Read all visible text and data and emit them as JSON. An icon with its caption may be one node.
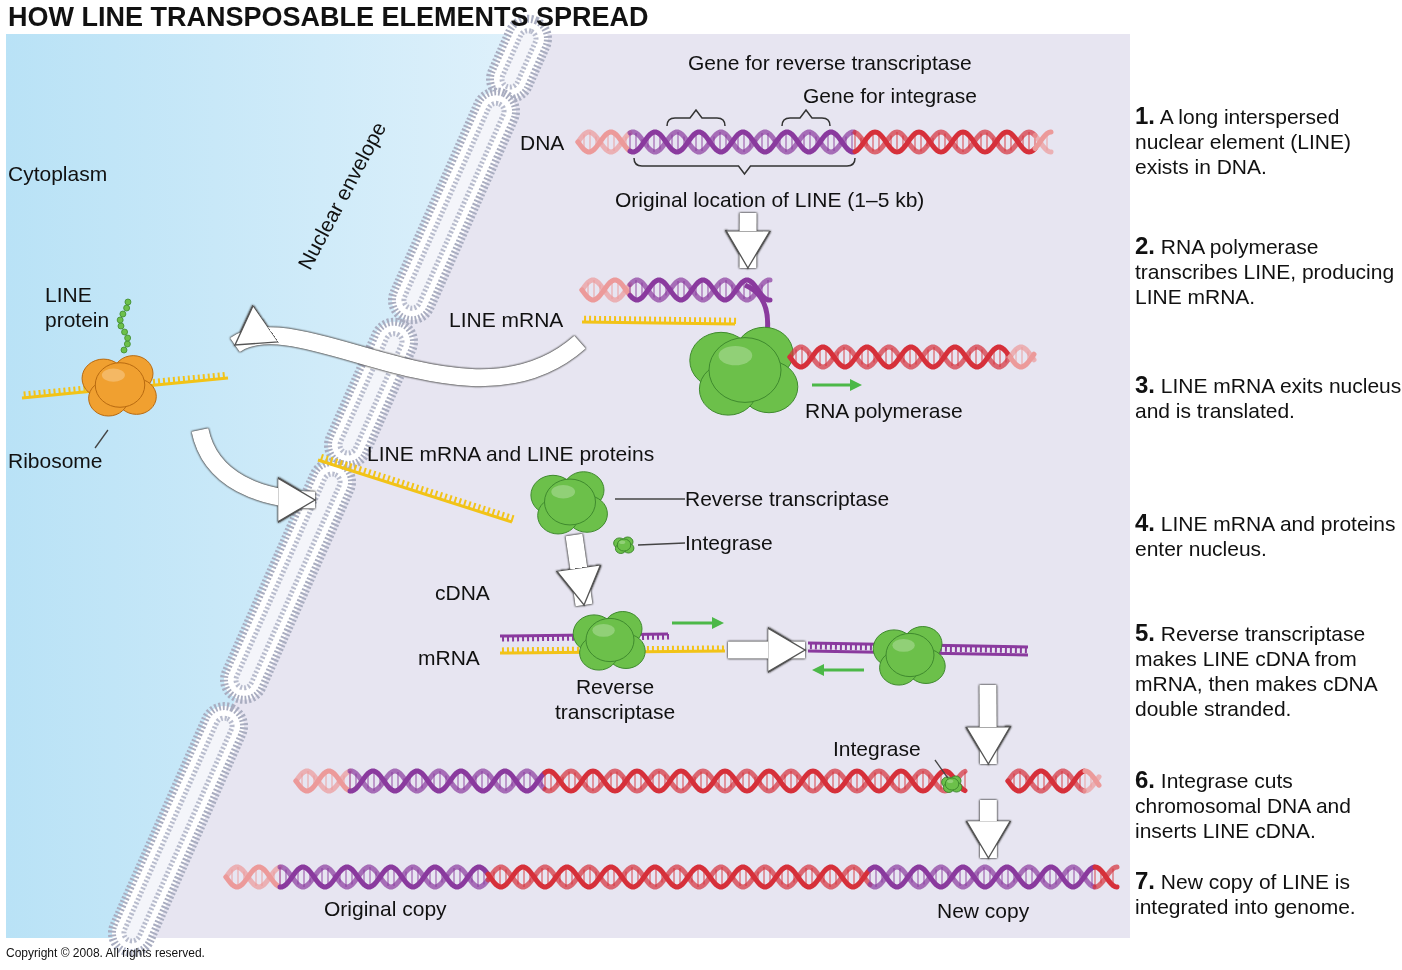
{
  "diagram": {
    "title": "HOW LINE TRANSPOSABLE ELEMENTS SPREAD",
    "nodes": [
      {
        "text": [
          "Original location of LINE (1–5 kb)"
        ],
        "beside": [
          "DNA"
        ]
      },
      {
        "text": [],
        "shape": "picture"
      },
      {
        "text": [],
        "shape": "picture"
      },
      {
        "text": [
          "Ribosome"
        ]
      },
      {
        "text": [],
        "shape": "picture"
      },
      {
        "text": [],
        "shape": "picture"
      },
      {
        "text": [],
        "shape": "picture"
      },
      {
        "text": [
          "Reverse transcriptase"
        ]
      },
      {
        "text": [
          "Integrase"
        ]
      },
      {
        "text": [],
        "shape": "picture"
      },
      {
        "text": [],
        "shape": "picture"
      },
      {
        "text": [],
        "shape": "picture"
      },
      {
        "text": [
          "Integrase"
        ]
      },
      {
        "text": [],
        "shape": "picture"
      }
    ],
    "edges": [
      {
        "from": 0,
        "to": 1,
        "arrow": "to"
      },
      {
        "from": 1,
        "to": 2,
        "arrow": "to"
      },
      {
        "from": 2,
        "to": 4,
        "arrow": "to"
      },
      {
        "from": 3,
        "to": 2,
        "arrow": "none",
        "color": "#444444"
      },
      {
        "from": 7,
        "to": 5,
        "arrow": "none",
        "color": "#444444"
      },
      {
        "from": 8,
        "to": 6,
        "arrow": "none",
        "color": "#444444"
      },
      {
        "from": 5,
        "to": 9,
        "arrow": "to"
      },
      {
        "from": 9,
        "to": 10,
        "arrow": "to"
      },
      {
        "from": 10,
        "to": 11,
        "arrow": "to"
      },
      {
        "from": 12,
        "to": 11,
        "arrow": "none",
        "color": "#444444"
      },
      {
        "from": 11,
        "to": 13,
        "arrow": "to"
      }
    ],
    "labels": [
      "Gene for reverse transcriptase",
      "Gene for integrase",
      "Cytoplasm",
      "Nuclear envelope",
      "LINE protein",
      "LINE mRNA",
      "RNA polymerase",
      "LINE mRNA and LINE proteins",
      "cDNA",
      "mRNA",
      "Reverse transcriptase",
      "Original copy",
      "New copy",
      "**1.** A long interspersed nuclear element (LINE) exists in DNA.",
      "**2.** RNA polymerase transcribes LINE, producing LINE mRNA.",
      "**3.** LINE mRNA exits nucleus and is translated.",
      "**4.** LINE mRNA and proteins enter nucleus.",
      "**5.** Reverse transcriptase makes LINE cDNA from mRNA, then makes cDNA double stranded.",
      "**6.** Integrase cuts chromosomal DNA and inserts LINE cDNA.",
      "**7.** New copy of LINE is integrated into genome.",
      "Copyright © 2008. All rights reserved."
    ]
  }
}
